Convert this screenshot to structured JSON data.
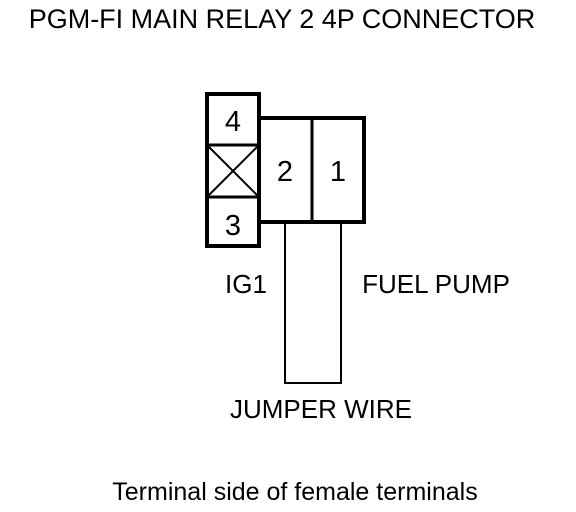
{
  "title": "PGM-FI MAIN RELAY 2 4P CONNECTOR",
  "pins": {
    "pin4": "4",
    "pin3": "3",
    "pin2": "2",
    "pin1": "1"
  },
  "labels": {
    "ig1": "IG1",
    "fuel_pump": "FUEL PUMP",
    "jumper_wire": "JUMPER WIRE"
  },
  "footer": "Terminal side of female terminals"
}
